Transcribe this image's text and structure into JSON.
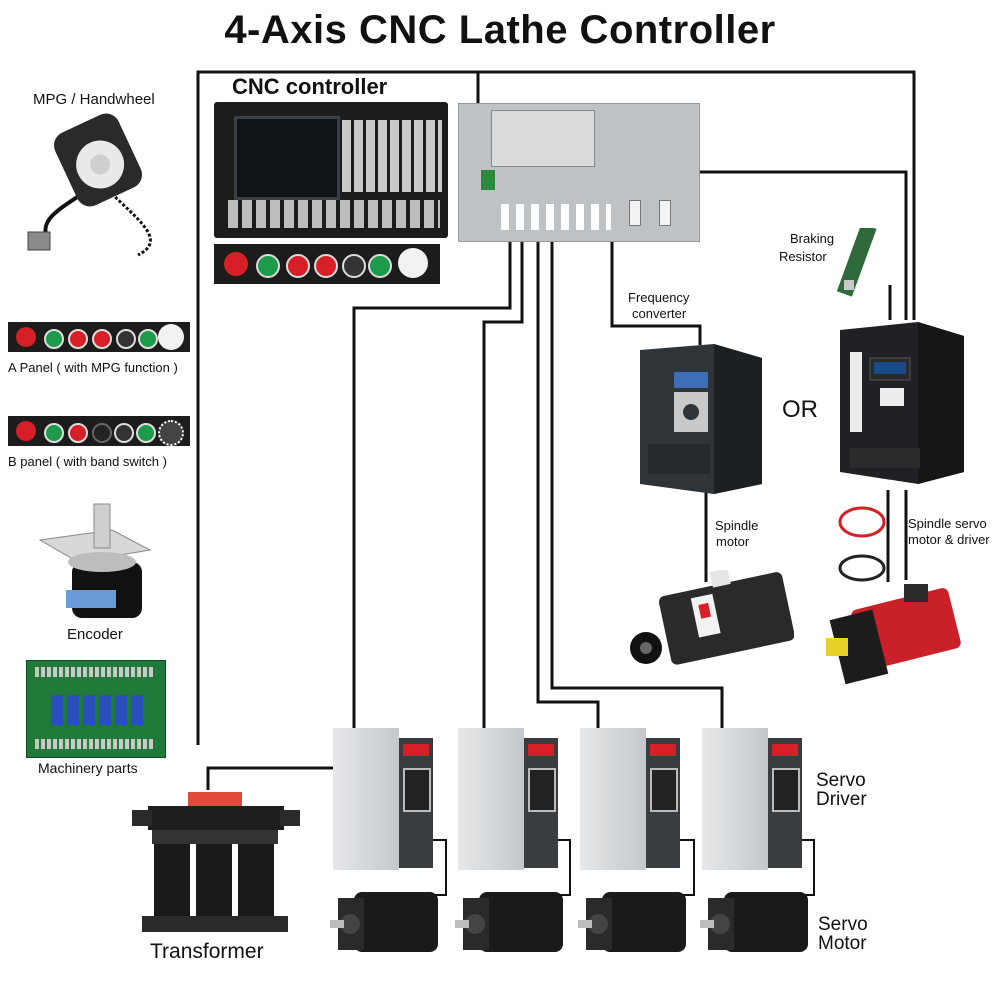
{
  "title": "4-Axis CNC Lathe Controller",
  "labels": {
    "cnc_controller": "CNC controller",
    "mpg": "MPG / Handwheel",
    "a_panel": "A Panel ( with MPG function )",
    "b_panel": "B panel  ( with band switch )",
    "encoder": "Encoder",
    "machinery_parts": "Machinery parts",
    "transformer": "Transformer",
    "frequency_converter_1": "Frequency",
    "frequency_converter_2": "converter",
    "braking_resistor_1": "Braking",
    "braking_resistor_2": "Resistor",
    "or": "OR",
    "spindle_motor_1": "Spindle",
    "spindle_motor_2": "motor",
    "spindle_servo_1": "Spindle servo",
    "spindle_servo_2": "motor & driver",
    "servo_driver_1": "Servo",
    "servo_driver_2": "Driver",
    "servo_motor_1": "Servo",
    "servo_motor_2": "Motor"
  },
  "colors": {
    "wire": "#111111",
    "panel_black": "#1c1c1c",
    "button_red": "#d61f26",
    "button_green": "#1d9a4a",
    "driver_silver": "#d9dde0",
    "screen_blue": "#2d5fa0",
    "pcb_green": "#1f7a3a",
    "motor_red": "#c9202a",
    "inverter_dark": "#2f3438"
  },
  "icons": {
    "mpg": "handwheel-pendant-icon",
    "encoder": "rotary-encoder-icon",
    "transformer": "transformer-icon",
    "inverter": "frequency-inverter-icon",
    "servo_driver": "servo-driver-icon",
    "servo_motor": "servo-motor-icon",
    "spindle_motor": "spindle-motor-icon",
    "braking_resistor": "braking-resistor-icon"
  }
}
